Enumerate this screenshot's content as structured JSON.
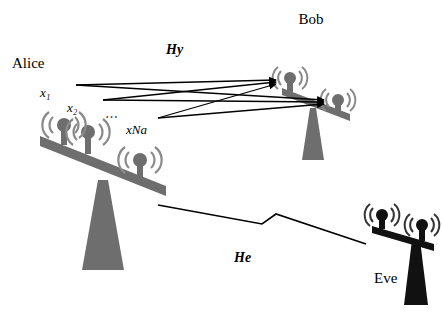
{
  "diagram": {
    "nodes": [
      {
        "text": [
          "Alice"
        ]
      },
      {
        "text": [
          "Bob"
        ]
      },
      {
        "text": [
          "Eve"
        ]
      }
    ],
    "edges": [
      {
        "from": 0,
        "to": 1,
        "arrow": "to",
        "label": "Hy"
      },
      {
        "from": 0,
        "to": 2,
        "arrow": "none",
        "label": "He"
      }
    ],
    "labels": [
      "x₁",
      "x₂",
      "⋯",
      "xNa"
    ]
  }
}
